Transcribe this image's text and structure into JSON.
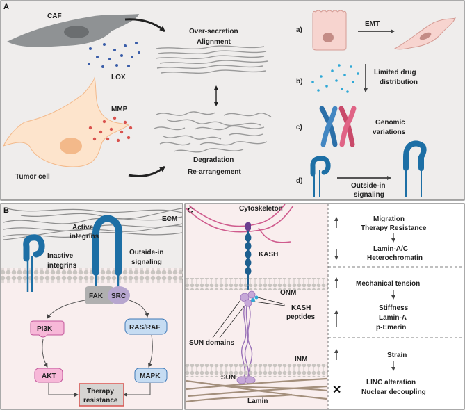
{
  "colors": {
    "panel_bg": "#efedec",
    "panel_b_bg": "#f9eeee",
    "integrin": "#1d6fa5",
    "lox_dot": "#3a5da8",
    "mmp_dot": "#d9534f",
    "drug_dot": "#2fa8d6",
    "tumor_cell": "#fde4cc",
    "caf_cell": "#8f9294",
    "pi3k_akt": "#f7b8d8",
    "ras_mapk": "#c6dcf2",
    "sun": "#c6a8d8",
    "therapy_border": "#d9534f"
  },
  "panel_a": {
    "letter": "A",
    "caf": "CAF",
    "lox": "LOX",
    "mmp": "MMP",
    "tumor_cell": "Tumor cell",
    "over_secretion": "Over-secretion",
    "alignment": "Alignment",
    "degradation": "Degradation",
    "rearrangement": "Re-arrangement",
    "item_a": "a)",
    "emt": "EMT",
    "item_b": "b)",
    "limited_drug_1": "Limited drug",
    "limited_drug_2": "distribution",
    "item_c": "c)",
    "genomic_1": "Genomic",
    "genomic_2": "variations",
    "item_d": "d)",
    "outside_in_1": "Outside-in",
    "outside_in_2": "signaling"
  },
  "panel_b": {
    "letter": "B",
    "ecm": "ECM",
    "active_1": "Active",
    "active_2": "integrins",
    "inactive_1": "Inactive",
    "inactive_2": "integrins",
    "outside_in_1": "Outside-in",
    "outside_in_2": "signaling",
    "fak": "FAK",
    "src": "SRC",
    "pi3k": "PI3K",
    "ras_raf": "RAS/RAF",
    "akt": "AKT",
    "mapk": "MAPK",
    "therapy_1": "Therapy",
    "therapy_2": "resistance"
  },
  "panel_c": {
    "letter": "C",
    "cytoskeleton": "Cytoskeleton",
    "kash": "KASH",
    "onm": "ONM",
    "kash_pep_1": "KASH",
    "kash_pep_2": "peptides",
    "sun_domains": "SUN domains",
    "inm": "INM",
    "sun": "SUN",
    "lamin": "Lamin",
    "r1_l1": "Migration",
    "r1_l2": "Therapy Resistance",
    "r1_l3": "Lamin-A/C",
    "r1_l4": "Heterochromatin",
    "r2_l1": "Mechanical tension",
    "r2_l2": "Stiffness",
    "r2_l3": "Lamin-A",
    "r2_l4": "p-Emerin",
    "r3_l1": "Strain",
    "r3_l2": "LINC alteration",
    "r3_l3": "Nuclear decoupling"
  }
}
